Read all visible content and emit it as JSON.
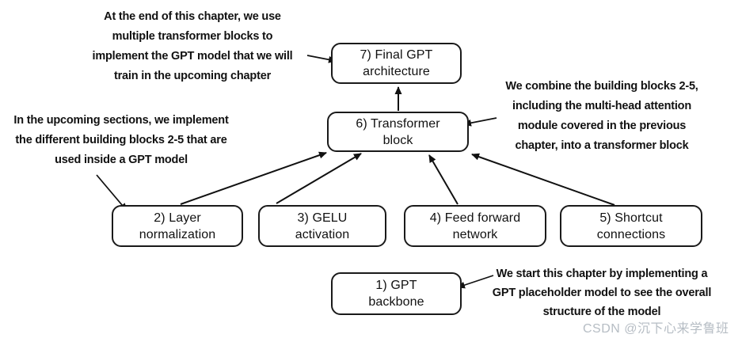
{
  "diagram": {
    "title_context": "GPT model building blocks diagram",
    "boxes": {
      "final_gpt": "7) Final GPT\narchitecture",
      "transformer_block": "6) Transformer\nblock",
      "layer_norm": "2) Layer\nnormalization",
      "gelu": "3) GELU\nactivation",
      "feed_forward": "4) Feed forward\nnetwork",
      "shortcut": "5) Shortcut\nconnections",
      "gpt_backbone": "1) GPT\nbackbone"
    },
    "annotations": {
      "top_left": "At the end of this chapter, we use\nmultiple transformer blocks to\nimplement the GPT model that we will\ntrain in the upcoming chapter",
      "left": "In the upcoming sections, we implement\nthe different building blocks 2-5 that are\nused inside a GPT model",
      "right": "We combine the building blocks 2-5,\nincluding the multi-head attention\nmodule covered in the previous\nchapter, into a transformer block",
      "bottom_right": "We start this chapter by implementing a\nGPT placeholder model to see the overall\nstructure of the model"
    },
    "edges": [
      "layer_norm -> transformer_block",
      "gelu -> transformer_block",
      "feed_forward -> transformer_block",
      "shortcut -> transformer_block",
      "transformer_block -> final_gpt"
    ],
    "watermark": "CSDN @沉下心来学鲁班",
    "colors": {
      "background": "#ffffff",
      "box_border": "#1a1a1a",
      "text": "#111111",
      "arrow": "#111111",
      "watermark": "#b6bdc4"
    }
  }
}
